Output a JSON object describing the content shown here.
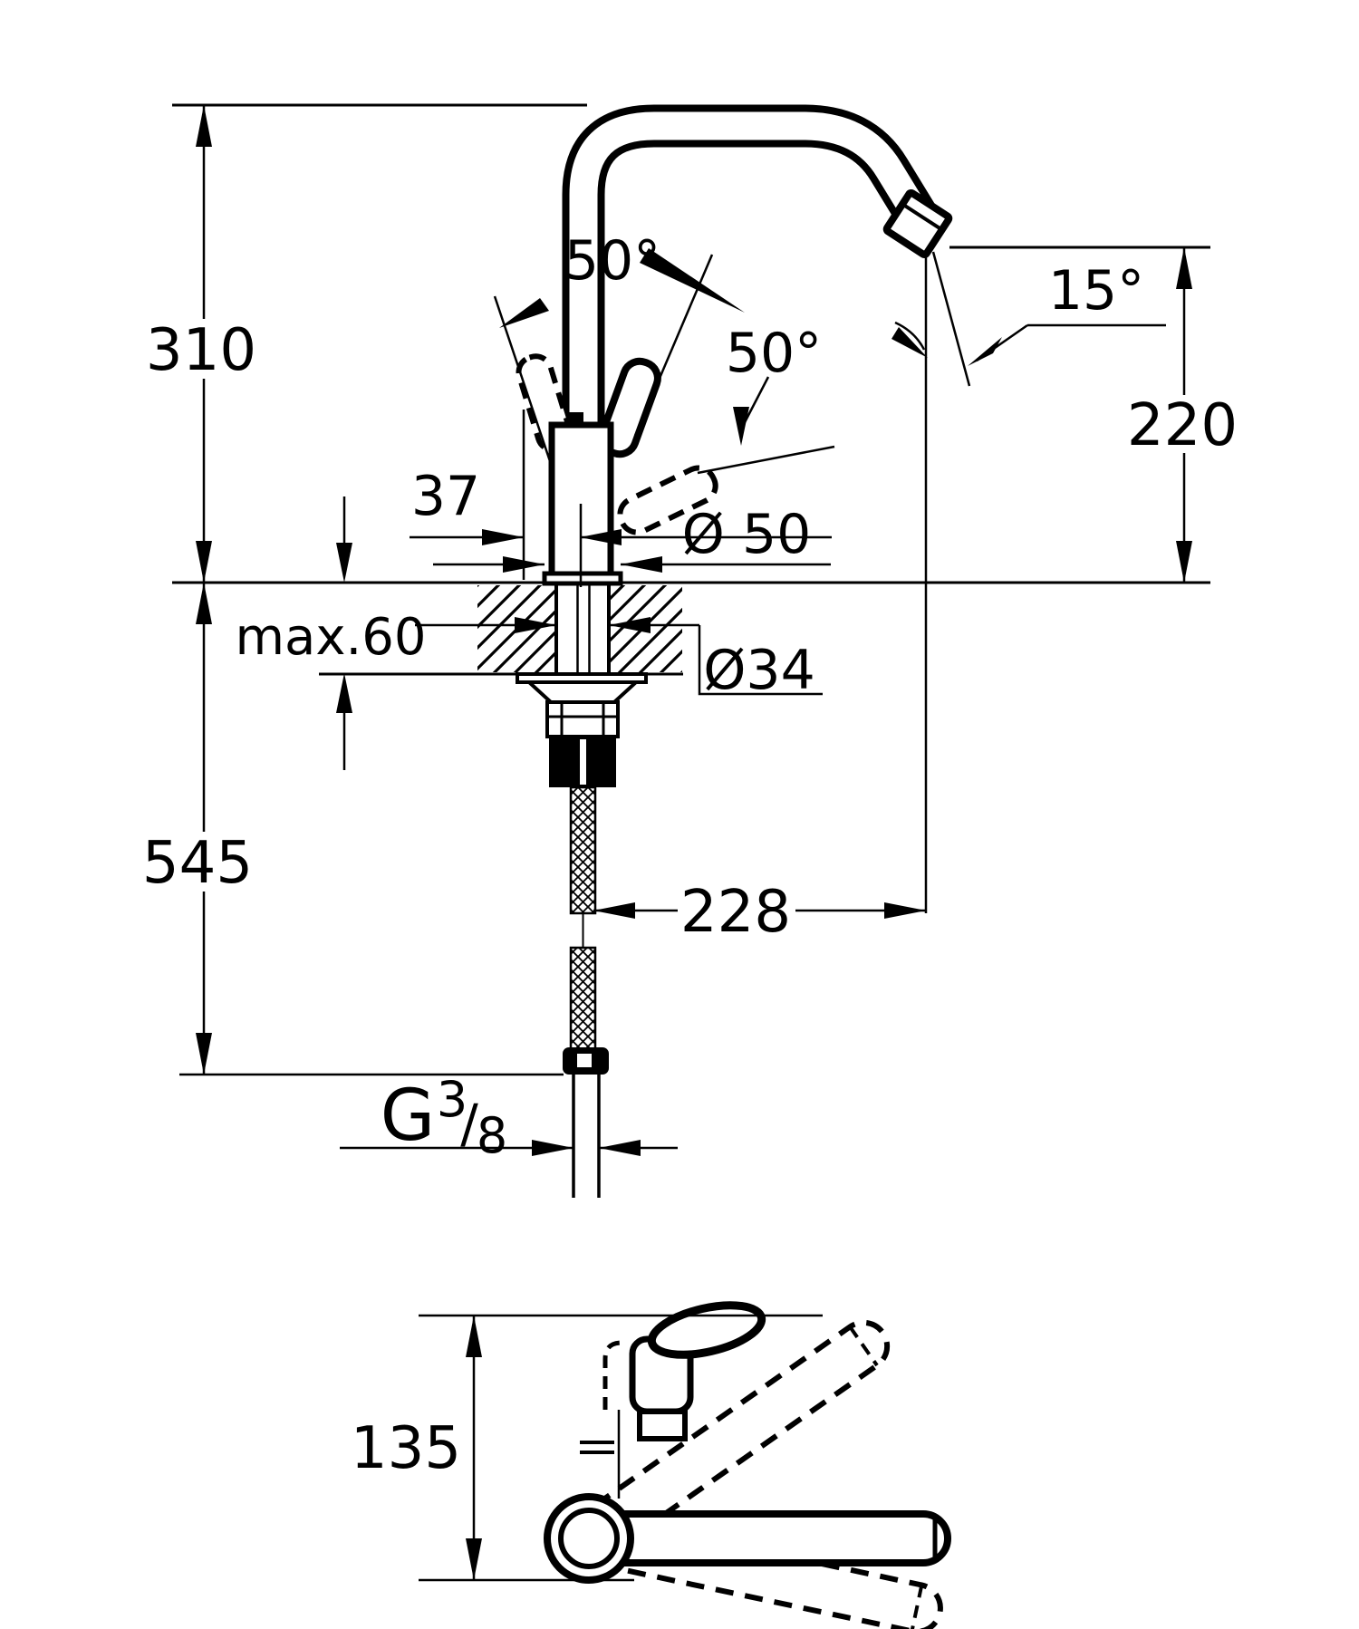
{
  "drawing": {
    "labels": {
      "h310": "310",
      "h545": "545",
      "h220": "220",
      "a15": "15°",
      "a50_left": "50°",
      "a50_right": "50°",
      "w37": "37",
      "d50": "Ø 50",
      "d34": "Ø34",
      "max60": "max.60",
      "r228": "228",
      "thread_g": "G",
      "thread_sup": "3",
      "thread_slash": "/",
      "thread_sub": "8",
      "v135": "135"
    }
  }
}
